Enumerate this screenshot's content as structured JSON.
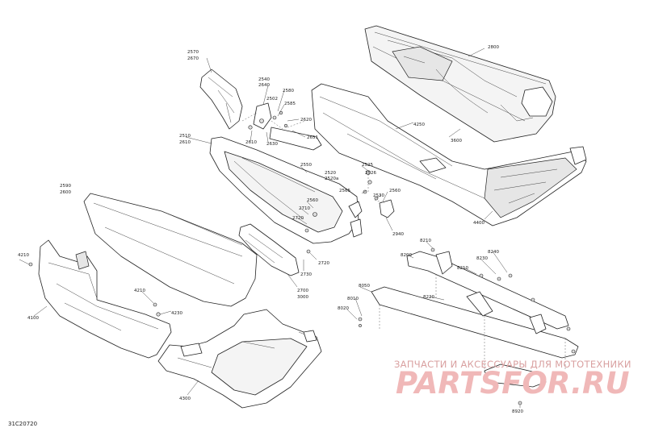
{
  "diagram": {
    "code": "31C20720",
    "labels": {
      "l2800": "2800",
      "l2570": "2570",
      "l2670": "2670",
      "l2540": "2540",
      "l2640": "2640",
      "l2580": "2580",
      "l2502": "2502",
      "l2585": "2585",
      "l2620": "2620",
      "l2610": "2610",
      "l2630": "2630",
      "l2651": "2651",
      "l4250": "4250",
      "l3600": "3600",
      "l2510": "2510",
      "l2610b": "2610",
      "l2550": "2550",
      "l2525": "2525",
      "l2526": "2526",
      "l2520": "2520",
      "l2520a": "2520а",
      "l2565": "2565",
      "l2530": "2530",
      "l2560": "2560",
      "l2590": "2590",
      "l2600": "2600",
      "l2560b": "2560",
      "l2710": "2710",
      "l2720": "2720",
      "l2940": "2940",
      "l4400": "4400",
      "l4210a": "4210",
      "l4100": "4100",
      "l2720b": "2720",
      "l2730": "2730",
      "l2700": "2700",
      "l3000": "3000",
      "l8210a": "8210",
      "l8200": "8200",
      "l8210b": "8210",
      "l8230": "8230",
      "l8240": "8240",
      "l4210b": "4210",
      "l4230": "4230",
      "l8050": "8050",
      "l8010": "8010",
      "l8220": "8220",
      "l8020": "8020",
      "l4300": "4300",
      "l8920": "8920"
    }
  },
  "watermark": {
    "tagline": "ЗАПЧАСТИ И АКСЕССУАРЫ ДЛЯ МОТОТЕХНИКИ",
    "logo": "PARTSFOR.RU"
  }
}
